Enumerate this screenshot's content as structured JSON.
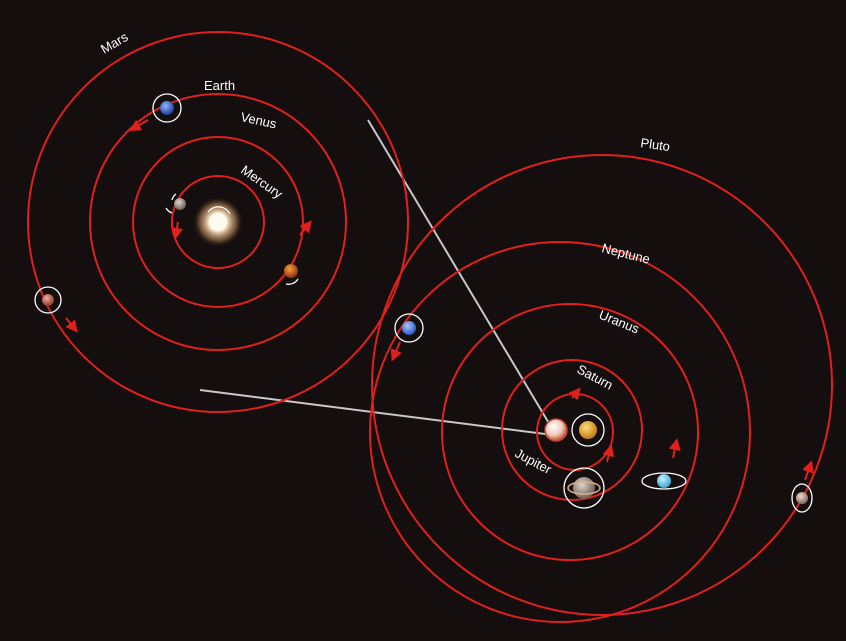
{
  "colors": {
    "background": "#140e0f",
    "orbit": "#e0201c",
    "label": "#ffffff",
    "connector": "#c8c8c8",
    "sun_core": "#fff6e0",
    "sun_glow": "#f0c080"
  },
  "inner_system": {
    "labels": {
      "mercury": "Mercury",
      "venus": "Venus",
      "earth": "Earth",
      "mars": "Mars"
    }
  },
  "outer_system": {
    "labels": {
      "jupiter": "Jupiter",
      "saturn": "Saturn",
      "uranus": "Uranus",
      "neptune": "Neptune",
      "pluto": "Pluto"
    }
  },
  "planet_icons": {
    "mercury": "mercury-icon",
    "venus": "venus-icon",
    "earth": "earth-icon",
    "mars": "mars-icon",
    "jupiter": "jupiter-icon",
    "saturn": "saturn-icon",
    "uranus": "uranus-icon",
    "neptune": "neptune-icon",
    "pluto": "pluto-icon"
  }
}
